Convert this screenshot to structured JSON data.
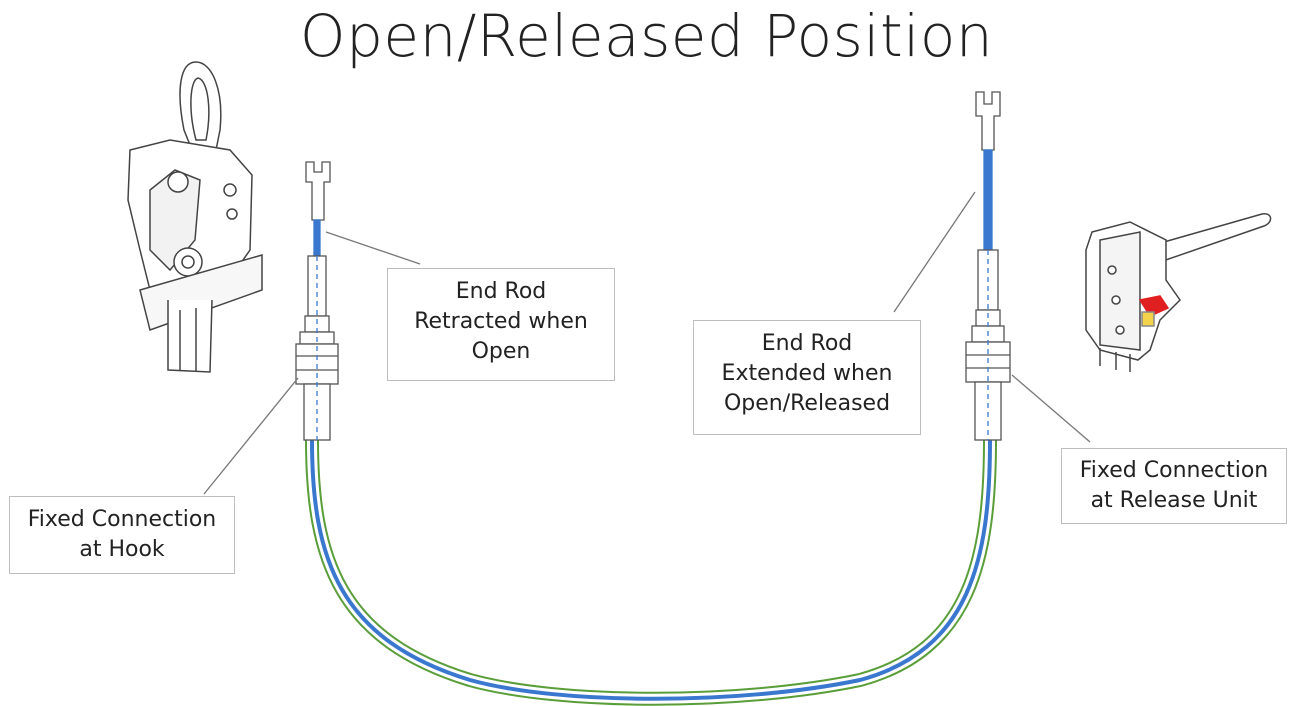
{
  "title": "Open/Released Position",
  "callouts": {
    "end_rod_retracted": {
      "lines": [
        "End Rod",
        "Retracted when",
        "Open"
      ]
    },
    "end_rod_extended": {
      "lines": [
        "End Rod",
        "Extended when",
        "Open/Released"
      ]
    },
    "fixed_connection_hook": {
      "lines": [
        "Fixed Connection",
        "at Hook"
      ]
    },
    "fixed_connection_release": {
      "lines": [
        "Fixed Connection",
        "at Release Unit"
      ]
    }
  },
  "colors": {
    "cable_outer": "#5a9e3a",
    "cable_inner": "#3a78d0",
    "highlight_red": "#e02020",
    "line_gray": "#555555"
  },
  "icons": [
    "release-hook-icon",
    "release-unit-icon"
  ]
}
